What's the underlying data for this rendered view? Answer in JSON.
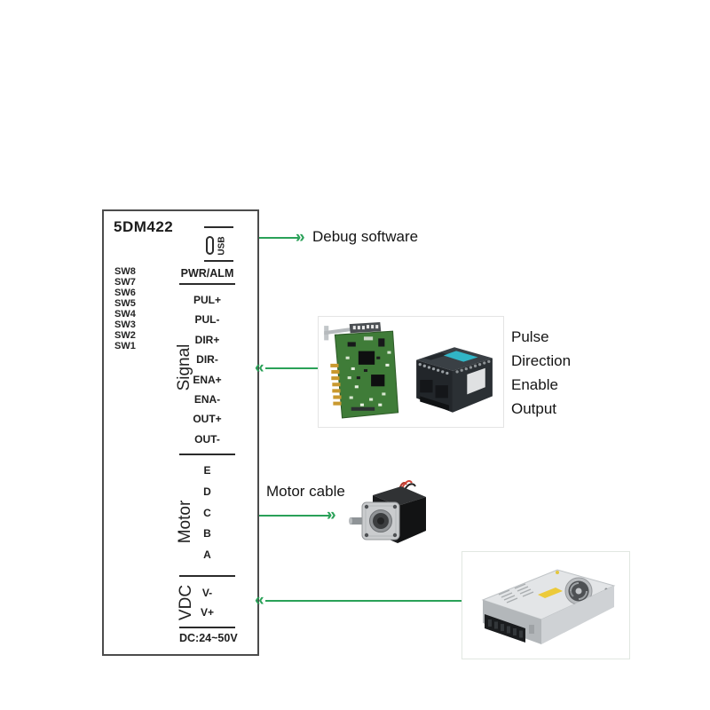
{
  "driver": {
    "title": "5DM422",
    "usb_label": "USB",
    "pwr_alm_label": "PWR/ALM",
    "dip_switches": [
      "SW8",
      "SW7",
      "SW6",
      "SW5",
      "SW4",
      "SW3",
      "SW2",
      "SW1"
    ],
    "sections": [
      {
        "name": "Signal",
        "pins": [
          "PUL+",
          "PUL-",
          "DIR+",
          "DIR-",
          "ENA+",
          "ENA-",
          "OUT+",
          "OUT-"
        ]
      },
      {
        "name": "Motor",
        "pins": [
          "E",
          "D",
          "C",
          "B",
          "A"
        ]
      },
      {
        "name": "VDC",
        "pins": [
          "V-",
          "V+"
        ]
      }
    ],
    "voltage_note": "DC:24~50V"
  },
  "annotations": {
    "debug_label": "Debug software",
    "motor_cable_label": "Motor cable",
    "signal_functions": [
      "Pulse",
      "Direction",
      "Enable",
      "Output"
    ]
  },
  "icons": {
    "arrow_right_chevron": "»",
    "arrow_left_chevron": "«"
  },
  "colors": {
    "arrow_green": "#2aa158",
    "box_border": "#4c4c4c",
    "pcb_green": "#3f7c38",
    "plc_cyan": "#31b5c6",
    "psu_silver": "#e3e5e7",
    "sticker_yellow": "#ecca3a"
  }
}
